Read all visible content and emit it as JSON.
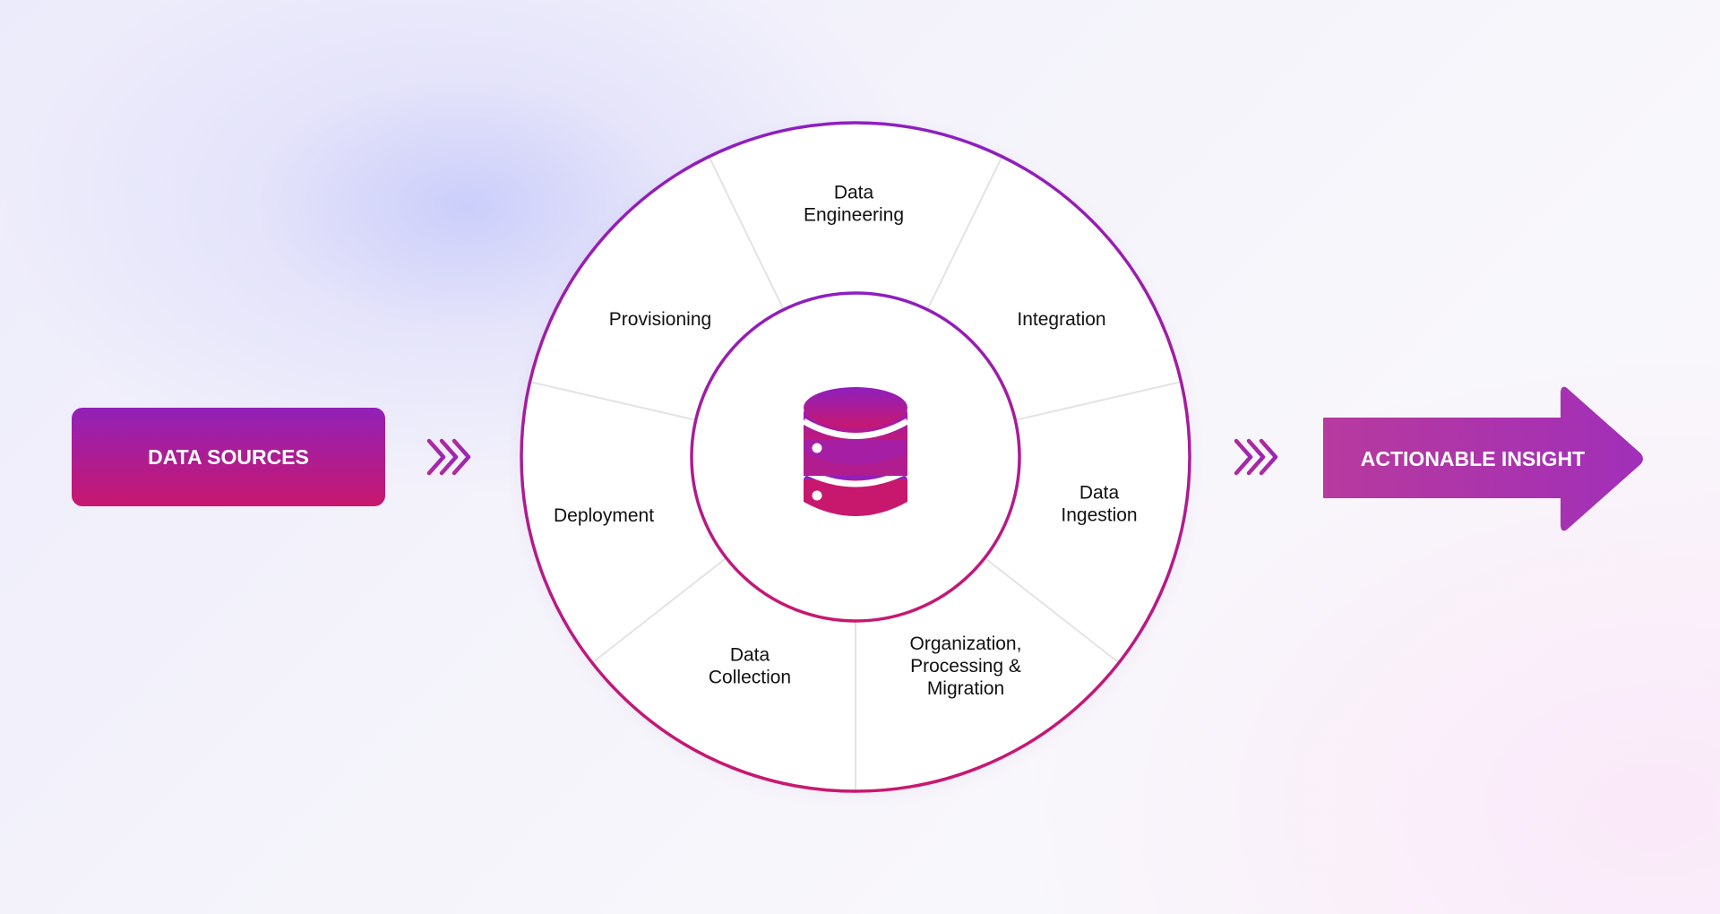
{
  "left_box": {
    "label": "DATA SOURCES"
  },
  "right_arrow": {
    "label": "ACTIONABLE INSIGHT"
  },
  "segments": [
    {
      "id": "data-engineering",
      "lines": [
        "Data",
        "Engineering"
      ]
    },
    {
      "id": "integration",
      "lines": [
        "Integration"
      ]
    },
    {
      "id": "data-ingestion",
      "lines": [
        "Data",
        "Ingestion"
      ]
    },
    {
      "id": "organization",
      "lines": [
        "Organization,",
        "Processing &",
        "Migration"
      ]
    },
    {
      "id": "data-collection",
      "lines": [
        "Data",
        "Collection"
      ]
    },
    {
      "id": "deployment",
      "lines": [
        "Deployment"
      ]
    },
    {
      "id": "provisioning",
      "lines": [
        "Provisioning"
      ]
    }
  ],
  "center_icon": "database-icon",
  "flow_icon": "triple-chevron-right-icon",
  "colors": {
    "gradient_top": "#8e1fbf",
    "gradient_bottom": "#c8186e",
    "divider": "#e3e3e3",
    "text": "#111111"
  }
}
